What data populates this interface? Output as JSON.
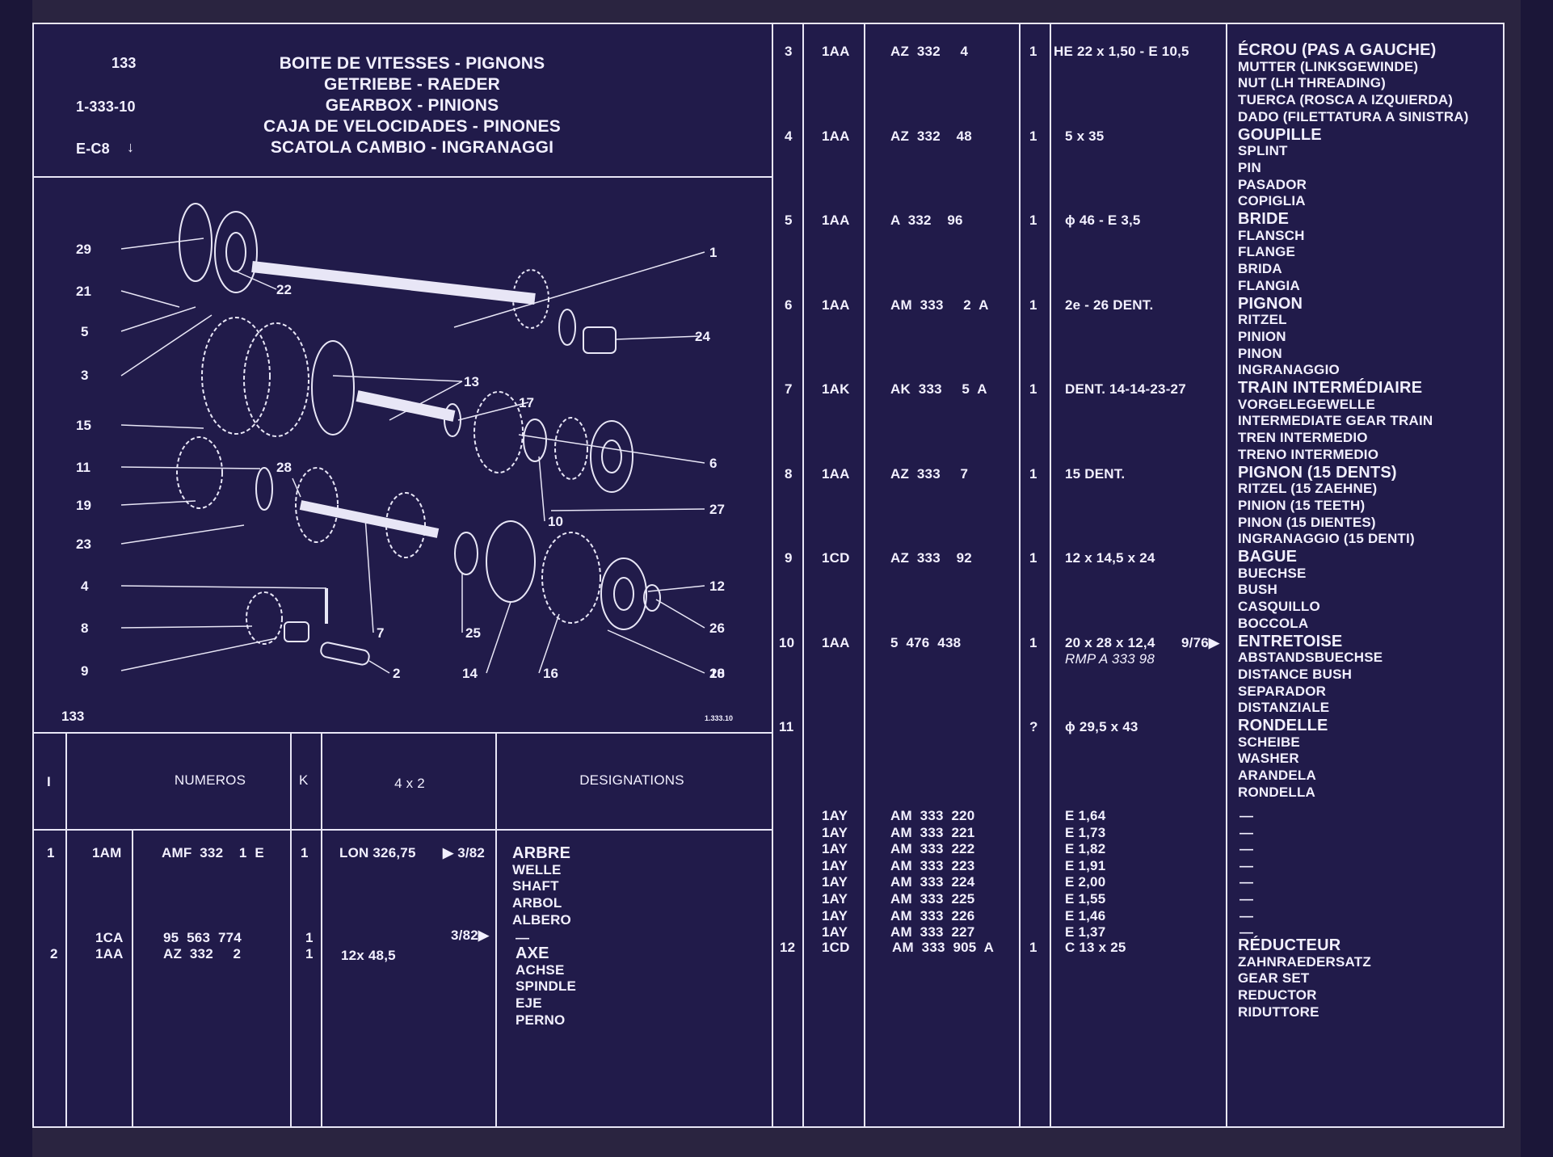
{
  "header": {
    "page_no": "133",
    "ref": "1-333-10",
    "code": "E-C8",
    "titles": [
      "BOITE DE VITESSES - PIGNONS",
      "GETRIEBE - RAEDER",
      "GEARBOX - PINIONS",
      "CAJA DE VELOCIDADES - PINONES",
      "SCATOLA CAMBIO - INGRANAGGI"
    ]
  },
  "diagram": {
    "footer_left": "133",
    "footer_right": "1.333.10",
    "callouts_left": [
      "29",
      "21",
      "5",
      "3",
      "15",
      "11",
      "19",
      "23",
      "4",
      "8",
      "9"
    ],
    "callouts_right": [
      "1",
      "24",
      "6",
      "27",
      "12",
      "26",
      "18",
      "20"
    ],
    "callouts_inner": [
      "22",
      "13",
      "17",
      "28",
      "10",
      "7",
      "25",
      "14",
      "16",
      "2"
    ]
  },
  "table_header": {
    "col_i": "I",
    "col_numeros": "NUMEROS",
    "col_k": "K",
    "col_4x2": "4 x 2",
    "col_designations": "DESIGNATIONS"
  },
  "left_rows": [
    {
      "item": "1",
      "code": "1AM",
      "part": "AMF  332    1  E",
      "qty": "1",
      "spec": "LON 326,75",
      "note": "▶ 3/82",
      "desc": [
        "ARBRE",
        "WELLE",
        "SHAFT",
        "ARBOL",
        "ALBERO"
      ]
    },
    {
      "item": "",
      "code": "1CA",
      "part": "95  563  774",
      "qty": "1",
      "spec": "",
      "note": "3/82▶",
      "desc": [
        "—"
      ]
    },
    {
      "item": "2",
      "code": "1AA",
      "part": "AZ  332     2",
      "qty": "1",
      "spec": "12x 48,5",
      "note": "",
      "desc": [
        "AXE",
        "ACHSE",
        "SPINDLE",
        "EJE",
        "PERNO"
      ]
    }
  ],
  "right_rows": [
    {
      "item": "3",
      "code": "1AA",
      "part": "AZ  332     4",
      "qty": "1",
      "spec": "HE 22 x 1,50 - E 10,5",
      "desc": [
        "ÉCROU (PAS A GAUCHE)",
        "MUTTER (LINKSGEWINDE)",
        "NUT (LH THREADING)",
        "TUERCA (ROSCA A IZQUIERDA)",
        "DADO (FILETTATURA A SINISTRA)"
      ]
    },
    {
      "item": "4",
      "code": "1AA",
      "part": "AZ  332    48",
      "qty": "1",
      "spec": "5 x 35",
      "desc": [
        "GOUPILLE",
        "SPLINT",
        "PIN",
        "PASADOR",
        "COPIGLIA"
      ]
    },
    {
      "item": "5",
      "code": "1AA",
      "part": "A  332    96",
      "qty": "1",
      "spec": "ϕ  46 - E 3,5",
      "desc": [
        "BRIDE",
        "FLANSCH",
        "FLANGE",
        "BRIDA",
        "FLANGIA"
      ]
    },
    {
      "item": "6",
      "code": "1AA",
      "part": "AM  333     2  A",
      "qty": "1",
      "spec": "2e - 26 DENT.",
      "desc": [
        "PIGNON",
        "RITZEL",
        "PINION",
        "PINON",
        "INGRANAGGIO"
      ]
    },
    {
      "item": "7",
      "code": "1AK",
      "part": "AK  333     5  A",
      "qty": "1",
      "spec": "DENT. 14-14-23-27",
      "desc": [
        "TRAIN INTERMÉDIAIRE",
        "VORGELEGEWELLE",
        "INTERMEDIATE GEAR TRAIN",
        "TREN INTERMEDIO",
        "TRENO INTERMEDIO"
      ]
    },
    {
      "item": "8",
      "code": "1AA",
      "part": "AZ  333     7",
      "qty": "1",
      "spec": "15 DENT.",
      "desc": [
        "PIGNON (15 DENTS)",
        "RITZEL (15 ZAEHNE)",
        "PINION (15 TEETH)",
        "PINON (15 DIENTES)",
        "INGRANAGGIO (15 DENTI)"
      ]
    },
    {
      "item": "9",
      "code": "1CD",
      "part": "AZ  333    92",
      "qty": "1",
      "spec": "12 x 14,5  x 24",
      "desc": [
        "BAGUE",
        "BUECHSE",
        "BUSH",
        "CASQUILLO",
        "BOCCOLA"
      ]
    },
    {
      "item": "10",
      "code": "1AA",
      "part": "5  476  438",
      "qty": "1",
      "spec": "20 x 28 x 12,4",
      "spec2": "RMP  A  333  98",
      "note": "9/76▶",
      "desc": [
        "ENTRETOISE",
        "ABSTANDSBUECHSE",
        "DISTANCE BUSH",
        "SEPARADOR",
        "DISTANZIALE"
      ]
    },
    {
      "item": "11",
      "code": "",
      "part": "",
      "qty": "?",
      "spec": "ϕ  29,5 x 43",
      "desc": [
        "RONDELLE",
        "SCHEIBE",
        "WASHER",
        "ARANDELA",
        "RONDELLA"
      ]
    }
  ],
  "washer_variants": [
    {
      "code": "1AY",
      "part": "AM  333  220",
      "spec": "E 1,64"
    },
    {
      "code": "1AY",
      "part": "AM  333  221",
      "spec": "E 1,73"
    },
    {
      "code": "1AY",
      "part": "AM  333  222",
      "spec": "E 1,82"
    },
    {
      "code": "1AY",
      "part": "AM  333  223",
      "spec": "E 1,91"
    },
    {
      "code": "1AY",
      "part": "AM  333  224",
      "spec": "E 2,00"
    },
    {
      "code": "1AY",
      "part": "AM  333  225",
      "spec": "E 1,55"
    },
    {
      "code": "1AY",
      "part": "AM  333  226",
      "spec": "E 1,46"
    },
    {
      "code": "1AY",
      "part": "AM  333  227",
      "spec": "E 1,37"
    }
  ],
  "row12": {
    "item": "12",
    "code": "1CD",
    "part": "AM  333  905  A",
    "qty": "1",
    "spec": "C 13 x 25",
    "desc": [
      "RÉDUCTEUR",
      "ZAHNRAEDERSATZ",
      "GEAR SET",
      "REDUCTOR",
      "RIDUTTORE"
    ]
  },
  "colors": {
    "background": "#211b4a",
    "lines": "#e8e6f6",
    "text": "#f2f0ff"
  }
}
